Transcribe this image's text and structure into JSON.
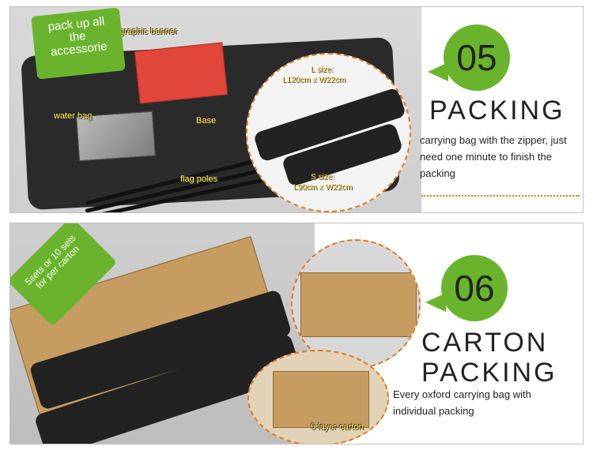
{
  "section1": {
    "callout": "pack up all the accessorie",
    "labels": {
      "graphic_banner": "graphic banner",
      "water_bag": "water bag",
      "base": "Base",
      "flag_poles": "flag poles"
    },
    "size_l": {
      "title": "L size:",
      "dims": "L120cm x W22cm"
    },
    "size_s": {
      "title": "S size:",
      "dims": "L90cm x W22cm"
    },
    "step_number": "05",
    "title": "PACKING",
    "description": "carrying bag with the zipper, just need one minute to finish the packing"
  },
  "section2": {
    "callout": "5sets or 10 sets for per carton",
    "label_carton": "5 layer carton",
    "step_number": "06",
    "title_line1": "CARTON",
    "title_line2": "PACKING",
    "description": "Every oxford carrying bag with individual packing"
  },
  "colors": {
    "accent_green": "#6ab42d",
    "dotted_orange": "#e07a22",
    "label_yellow": "#ffe34d"
  }
}
